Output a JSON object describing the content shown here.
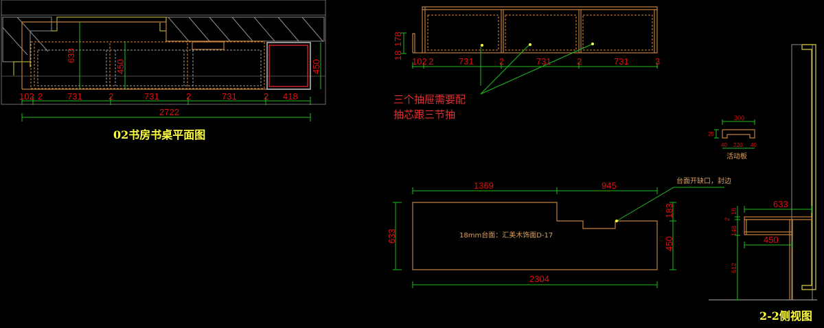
{
  "plan_view": {
    "title": "02书房书桌平面图",
    "dims_bottom": [
      "102",
      "2",
      "731",
      "2",
      "731",
      "2",
      "731",
      "2",
      "418"
    ],
    "total": "2722",
    "depth_dims": [
      "633",
      "450",
      "450"
    ]
  },
  "front_view": {
    "dims_bottom": [
      "102",
      "2",
      "731",
      "2",
      "731",
      "2",
      "731",
      "3"
    ],
    "dims_left": [
      "18",
      "178"
    ],
    "note_line1": "三个抽屉需要配",
    "note_line2": "抽芯跟三节抽"
  },
  "top_view": {
    "dim_top_left": "1369",
    "dim_top_right": "945",
    "dim_left": "633",
    "dim_right_top": "183",
    "dim_right_bottom": "450",
    "dim_bottom": "2304",
    "material_label": "18mm台面：汇美木饰面D-17",
    "callout": "台面开缺口，封边"
  },
  "movable_board": {
    "label": "活动板",
    "dim_top": "300",
    "dim_left": "25",
    "dims_bottom": [
      "40",
      "220",
      "40"
    ]
  },
  "side_view": {
    "title": "2-2侧视图",
    "dim_top": "633",
    "dim_mid": "450",
    "dims_left": [
      "18",
      "2",
      "148",
      "612"
    ]
  },
  "colors": {
    "background": "#000000",
    "dimension_line": "#20c020",
    "dimension_text": "#e01010",
    "wood": "#c08040",
    "title": "#ffff40",
    "wall": "#909090"
  }
}
